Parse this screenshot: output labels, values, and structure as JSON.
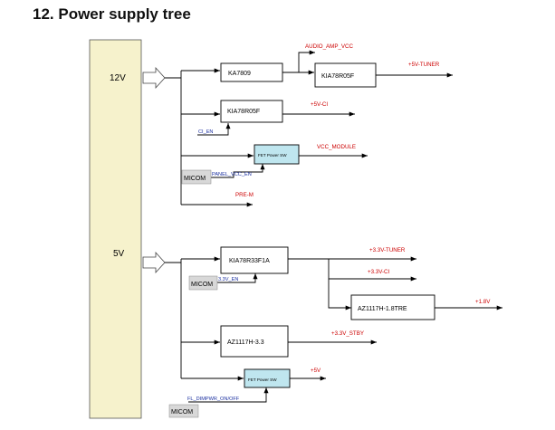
{
  "heading": "12. Power supply tree",
  "rails": {
    "v12": "12V",
    "v5": "5V"
  },
  "blocks": {
    "ka7809": "KA7809",
    "kia78r05f_top": "KIA78R05F",
    "kia78r05f_ci": "KIA78R05F",
    "fet_module": "FET Power SW",
    "kia78r33f": "KIA78R33F1A",
    "az1117_18": "AZ1117H-1.8TRE",
    "az1117_33": "AZ1117H-3.3",
    "fet_5v": "FET Power SW"
  },
  "outputs": {
    "audio_amp_vcc": "AUDIO_AMP_VCC",
    "v5_tuner": "+5V-TUNER",
    "v5_ci": "+5V-CI",
    "vcc_module": "VCC_MODULE",
    "pre_m": "PRE-M",
    "v33_tuner": "+3.3V-TUNER",
    "v33_ci": "+3.3V-CI",
    "v18": "+1.8V",
    "v33_stby": "+3.3V_STBY",
    "v5": "+5V"
  },
  "controls": {
    "ci_en": "CI_EN",
    "panel_vcc_en": "PANEL_VCC_EN",
    "v33_en": "3.3V_EN",
    "fl_dimpwr_onoff": "FL_DIMPWR_ON/OFF"
  },
  "micom": {
    "m1": "MICOM",
    "m2": "MICOM",
    "m3": "MICOM"
  },
  "colors": {
    "rail_bar": "#f6f2cc",
    "fet_box": "#bfe6ef",
    "micom_box": "#d8d8d8",
    "output_label": "#cc0000",
    "control_label": "#1a2fa0"
  }
}
